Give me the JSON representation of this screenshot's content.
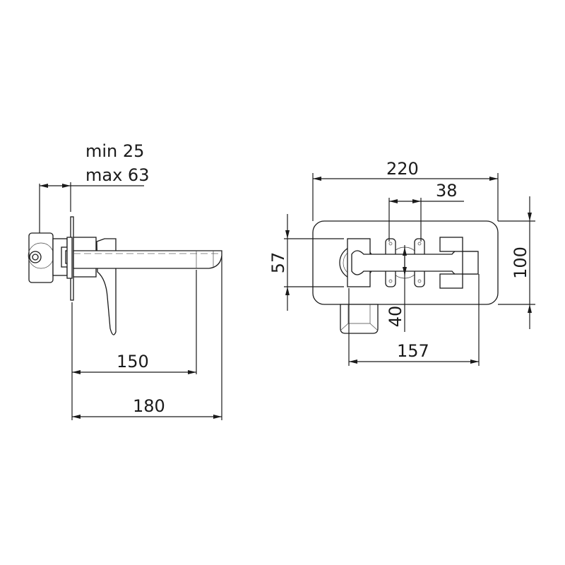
{
  "drawing": {
    "type": "technical dimension drawing",
    "subject": "wall-mounted basin mixer tap",
    "views": [
      {
        "name": "side-view",
        "dimensions": {
          "wall_depth_min": "min 25",
          "wall_depth_max": "max 63",
          "spout_projection": "150",
          "overall_projection": "180"
        }
      },
      {
        "name": "front-view",
        "dimensions": {
          "plate_width": "220",
          "bracket_spacing": "38",
          "body_height": "57",
          "plate_height": "100",
          "center_offset": "40",
          "valve_span": "157"
        }
      }
    ],
    "colors": {
      "line": "#1a1a1a",
      "background": "#ffffff"
    }
  }
}
